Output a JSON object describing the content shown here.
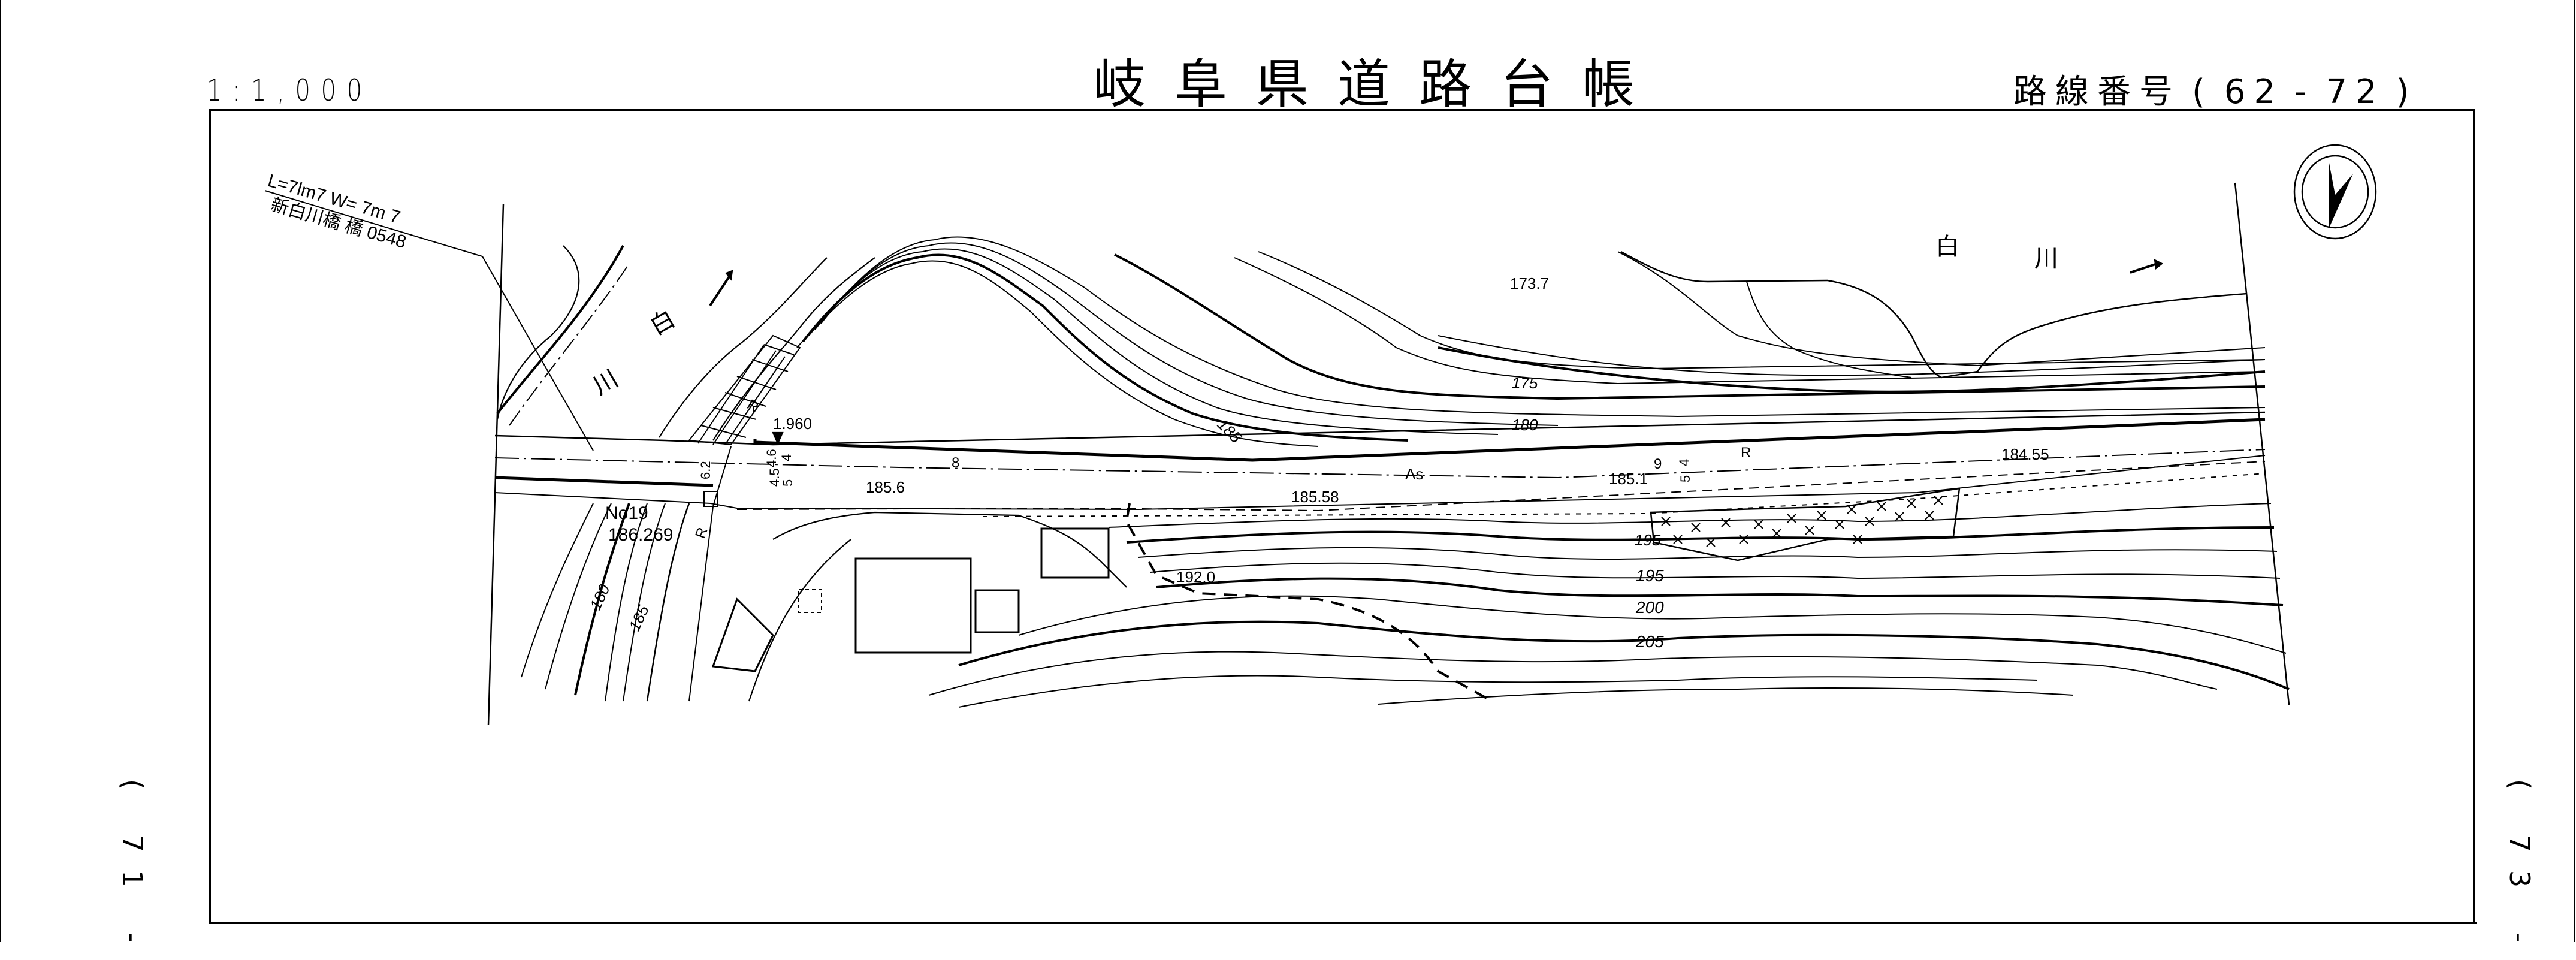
{
  "document": {
    "scale": "1:1,000",
    "title": "岐阜県道路台帳",
    "route_number": {
      "label": "路線番号",
      "open": "(",
      "from": "62",
      "dash": "-",
      "to": "72",
      "close": ")"
    },
    "adjacent_sheets": {
      "left": "( 71 -",
      "right": "( 73 -"
    }
  },
  "map": {
    "compass_icon": "north-arrow-icon",
    "bridge": {
      "dimensions": "L=7lm7   W= 7m 7",
      "name": "新白川橋  橋  0548"
    },
    "river_labels": {
      "left_char1": "白",
      "left_char2": "川",
      "right_char1": "白",
      "right_char2": "川"
    },
    "station": {
      "number": "No19",
      "elevation": "186.269"
    },
    "spot_heights": [
      "1.960",
      "185.6",
      "185.58",
      "185.1",
      "184.55",
      "173.7",
      "192.0"
    ],
    "contour_labels": [
      "175",
      "180",
      "185",
      "185",
      "180",
      "185",
      "195",
      "195",
      "200",
      "205"
    ],
    "road_widths": [
      "6.2",
      "4.6",
      "4",
      "4.5",
      "5",
      "8",
      "9",
      "4",
      "5"
    ],
    "surface_label": "As",
    "symbols": [
      "R",
      "R",
      "R"
    ]
  }
}
